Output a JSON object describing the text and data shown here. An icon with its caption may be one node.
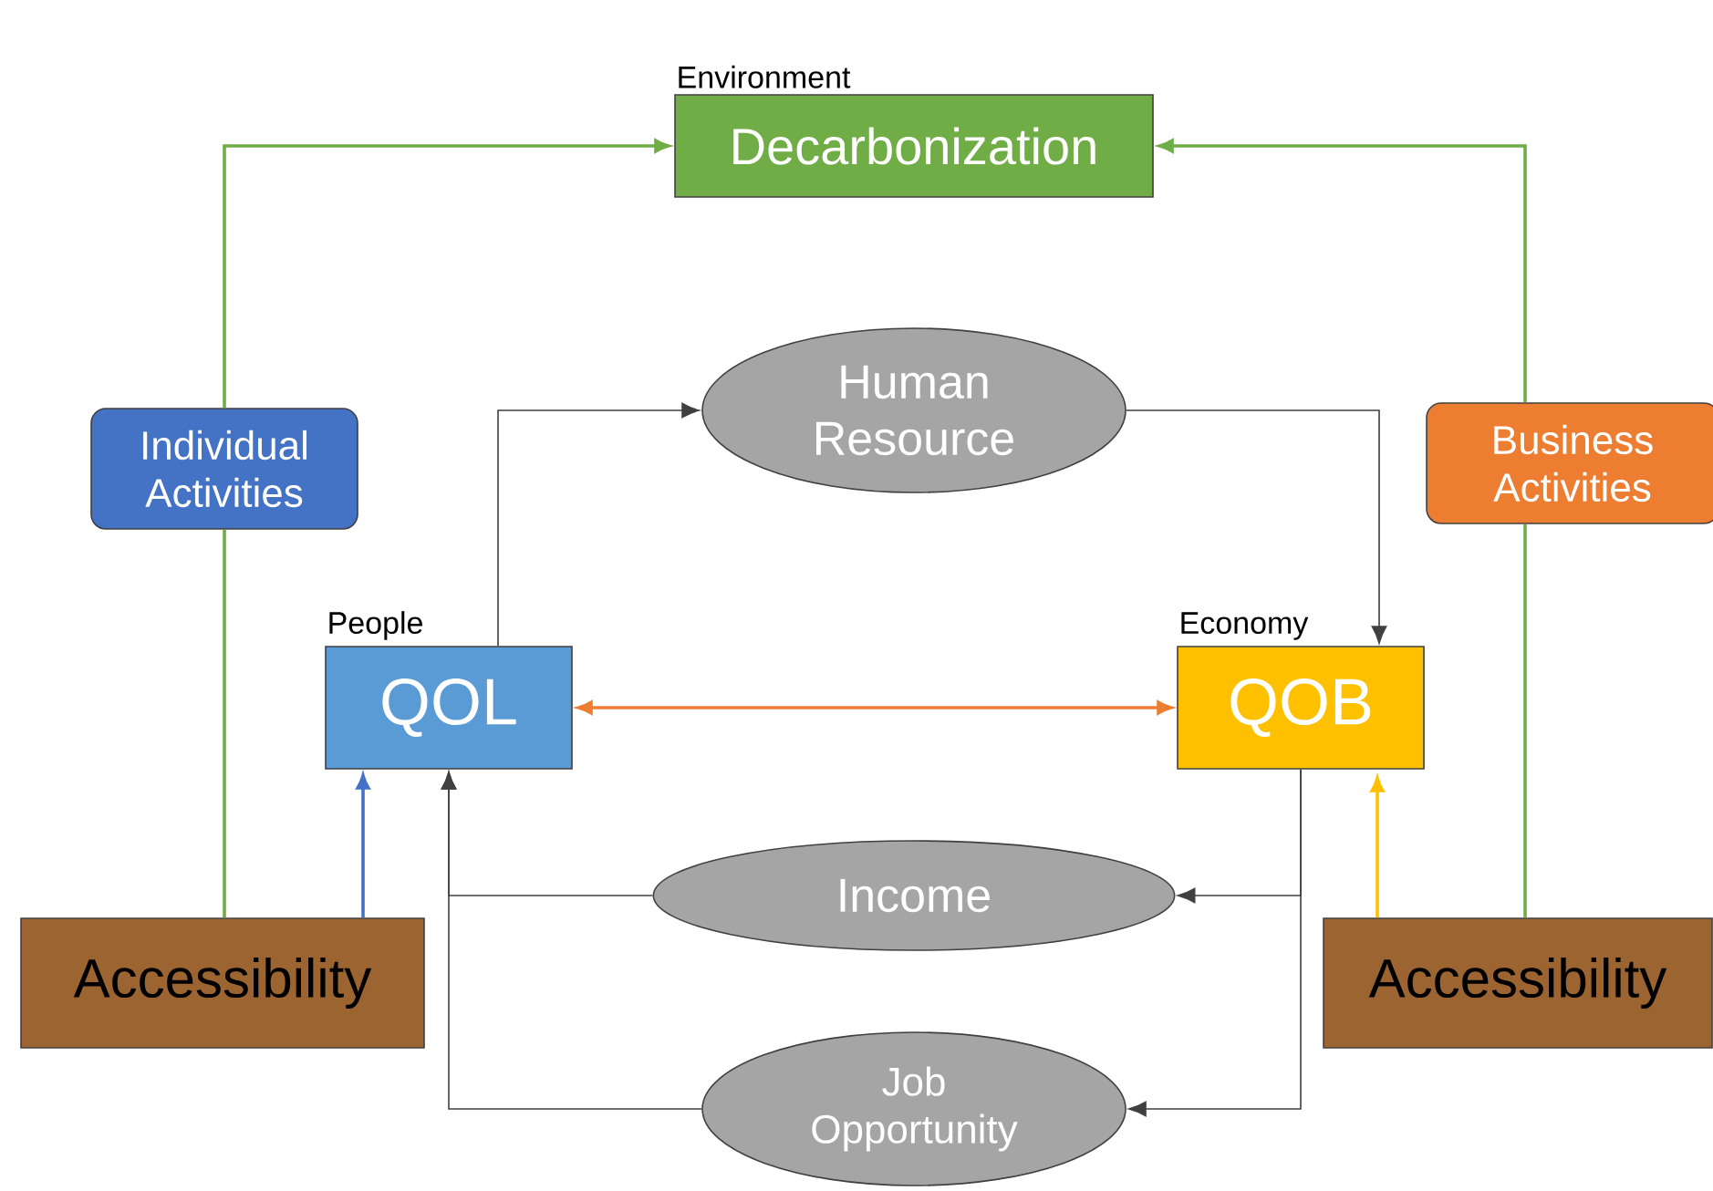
{
  "diagram": {
    "nodes": [
      {
        "text": [
          "Environment",
          "Decarbonization"
        ]
      },
      {
        "text": [
          "Human Resource"
        ]
      },
      {
        "text": [
          "Individual Activities"
        ]
      },
      {
        "text": [
          "Business Activities"
        ]
      },
      {
        "text": [
          "People",
          "QOL"
        ]
      },
      {
        "text": [
          "Economy",
          "QOB"
        ]
      },
      {
        "text": [
          "Income"
        ]
      },
      {
        "text": [
          "Job Opportunity"
        ]
      },
      {
        "text": [
          "Accessibility"
        ]
      },
      {
        "text": [
          "Accessibility"
        ]
      }
    ],
    "edges": [
      {
        "from": 8,
        "to": 2,
        "arrow": "none",
        "color": "#70ad47"
      },
      {
        "from": 2,
        "to": 0,
        "arrow": "to",
        "color": "#70ad47"
      },
      {
        "from": 9,
        "to": 3,
        "arrow": "none",
        "color": "#70ad47"
      },
      {
        "from": 3,
        "to": 0,
        "arrow": "to",
        "color": "#70ad47"
      },
      {
        "from": 4,
        "to": 1,
        "arrow": "to"
      },
      {
        "from": 1,
        "to": 5,
        "arrow": "to"
      },
      {
        "from": 4,
        "to": 5,
        "arrow": "both",
        "color": "#ed7d31"
      },
      {
        "from": 8,
        "to": 4,
        "arrow": "to",
        "color": "#4472c4"
      },
      {
        "from": 9,
        "to": 5,
        "arrow": "to",
        "color": "#ffc000"
      },
      {
        "from": 5,
        "to": 6,
        "arrow": "to"
      },
      {
        "from": 6,
        "to": 4,
        "arrow": "to"
      },
      {
        "from": 5,
        "to": 7,
        "arrow": "to"
      },
      {
        "from": 7,
        "to": 4,
        "arrow": "to"
      }
    ]
  }
}
